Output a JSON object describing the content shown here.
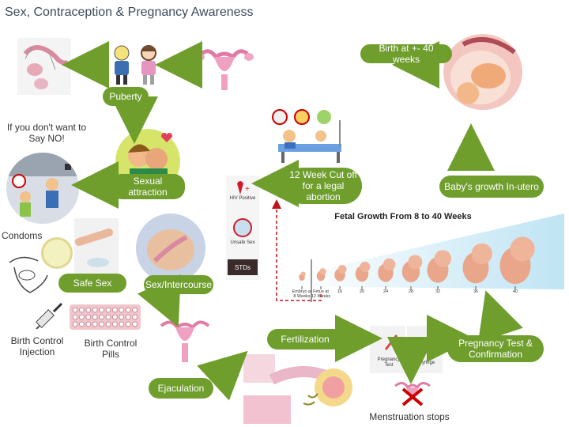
{
  "title": "Sex, Contraception & Pregnancy Awareness",
  "labels": {
    "birth": "Birth at +- 40 weeks",
    "puberty": "Puberty",
    "say_no": "If you don't want to Say NO!",
    "sexual_attraction": "Sexual attraction",
    "twelve_week": "12 Week Cut off for a legal abortion",
    "babys_growth": "Baby's growth In-utero",
    "condoms": "Condoms",
    "safe_sex": "Safe Sex",
    "intercourse": "Sex/Intercourse",
    "injection": "Birth Control Injection",
    "pills": "Birth Control Pills",
    "fertilization": "Fertilization",
    "pregnancy_test": "Pregnancy Test & Confirmation",
    "ejaculation": "Ejaculation",
    "menstruation_stops": "Menstruation stops"
  },
  "fetal_chart": {
    "title": "Fetal Growth From 8 to 40 Weeks",
    "ticks": [
      "Embryo at 8 Weeks",
      "Fetus at 12 Weeks",
      "16",
      "20",
      "24",
      "28",
      "32",
      "36",
      "40"
    ]
  },
  "hiv_card": {
    "hiv_text": "HIV Positive",
    "unsafe_text": "Unsafe Sex",
    "std_text": "STDs"
  },
  "test_card": {
    "left": "Pregnancy Test",
    "right": "Syringe"
  },
  "colors": {
    "pill_green": "#6f9e2d",
    "arrow_green": "#6f9e2d",
    "dashed_red": "#c0141c"
  }
}
